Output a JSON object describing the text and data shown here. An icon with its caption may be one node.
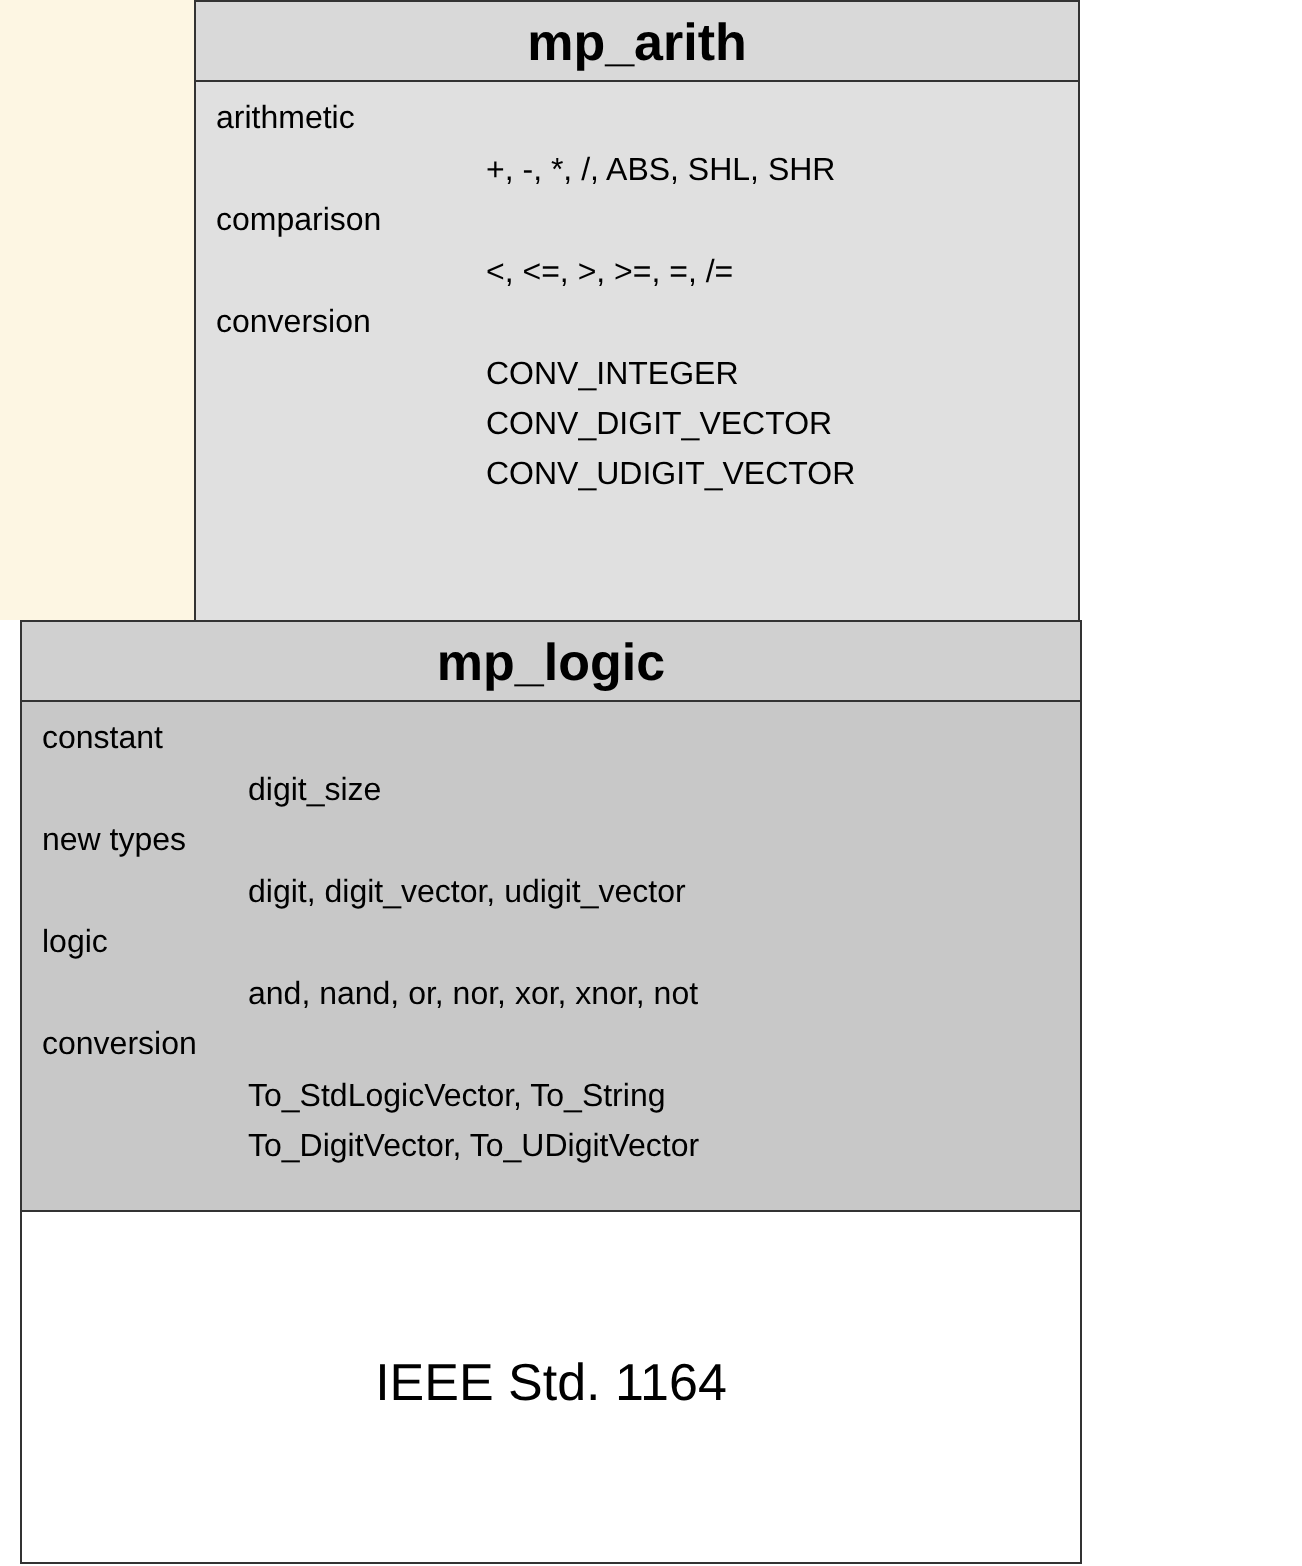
{
  "diagram": {
    "nodes": [
      {
        "text": [
          "mp_arith",
          "arithmetic",
          "+, -, *, /, ABS, SHL, SHR",
          "comparison",
          "<, <=, >, >=, =, /=",
          "conversion",
          "CONV_INTEGER CONV_DIGIT_VECTOR CONV_UDIGIT_VECTOR"
        ]
      },
      {
        "text": [
          "mp_logic",
          "constant",
          "digit_size",
          "new types",
          "digit, digit_vector, udigit_vector",
          "logic",
          "and, nand, or, nor, xor, xnor, not",
          "conversion",
          "To_StdLogicVector, To_String To_DigitVector, To_UDigitVector"
        ]
      },
      {
        "text": [
          "IEEE Std. 1164"
        ]
      }
    ],
    "edges": []
  }
}
